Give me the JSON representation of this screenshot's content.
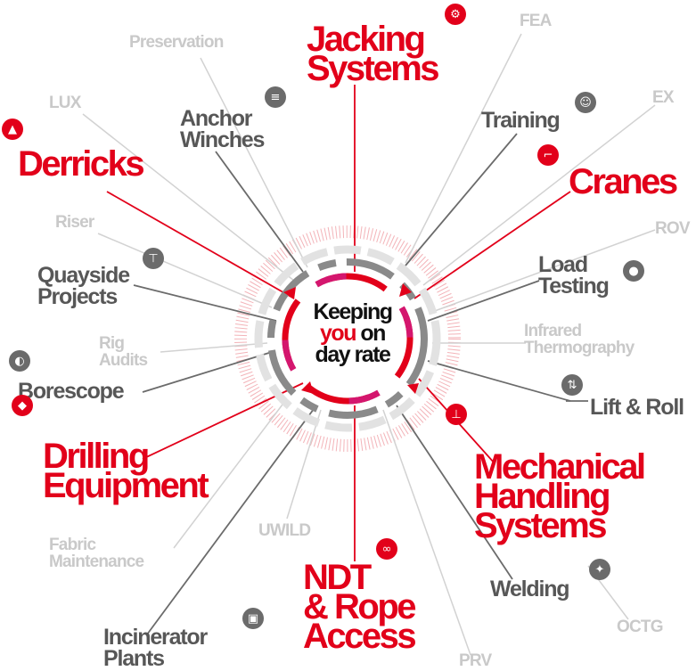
{
  "center": {
    "line1": "Keeping",
    "highlight": "you",
    "line2_rest": " on",
    "line3": "day rate"
  },
  "labels": {
    "jacking": "Jacking\nSystems",
    "derricks": "Derricks",
    "cranes": "Cranes",
    "drilling": "Drilling\nEquipment",
    "mechanical": "Mechanical\nHandling\nSystems",
    "ndt": "NDT\n& Rope\nAccess",
    "anchor": "Anchor\nWinches",
    "training": "Training",
    "quayside": "Quayside\nProjects",
    "load": "Load\nTesting",
    "borescope": "Borescope",
    "lift": "Lift & Roll",
    "welding": "Welding",
    "incinerator": "Incinerator\nPlants",
    "preservation": "Preservation",
    "fea": "FEA",
    "lux": "LUX",
    "ex": "EX",
    "riser": "Riser",
    "rov": "ROV",
    "rig": "Rig\nAudits",
    "infrared": "Infrared\nThermography",
    "fabric": "Fabric\nMaintenance",
    "uwild": "UWILD",
    "octg": "OCTG",
    "prv": "PRV"
  },
  "icons": {
    "jacking": "gear-icon",
    "derricks": "derrick-icon",
    "cranes": "crane-icon",
    "drilling": "drill-bit-icon",
    "mechanical": "hoist-icon",
    "ndt": "rope-icon",
    "anchor": "winch-icon",
    "training": "people-icon",
    "quayside": "quay-crane-icon",
    "load": "weight-icon",
    "borescope": "camera-icon",
    "lift": "lift-roll-icon",
    "welding": "welding-torch-icon",
    "incinerator": "incinerator-icon"
  },
  "colors": {
    "primary_red": "#e2001a",
    "dark_grey": "#575757",
    "light_grey": "#c9c9c9",
    "magenta": "#d4166e"
  }
}
